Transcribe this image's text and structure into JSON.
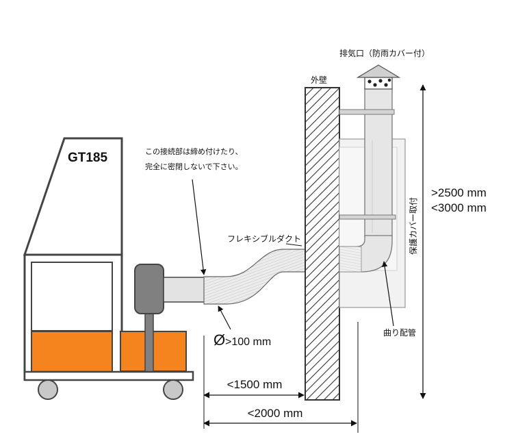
{
  "labels": {
    "model": "GT185",
    "note_line1": "この接続部は締め付けたり、",
    "note_line2": "完全に密閉しないで下さい。",
    "flex_duct": "フレキシブルダクト",
    "outer_wall": "外壁",
    "exhaust_outlet": "排気口（防雨カバー付）",
    "protective_cover": "保護カバー取付",
    "bent_pipe": "曲り配管",
    "height_min": ">2500 mm",
    "height_max": "<3000 mm",
    "duct_diameter_symbol": "Ø",
    "duct_diameter": ">100 mm",
    "dist_to_wall": "<1500 mm",
    "dist_total": "<2000 mm"
  },
  "colors": {
    "tank": "#f5841f",
    "frame": "#444444",
    "motor": "#808080",
    "duct": "#e6e6e6",
    "pipe": "#e3e3e3",
    "cover": "#f0f0f0"
  }
}
